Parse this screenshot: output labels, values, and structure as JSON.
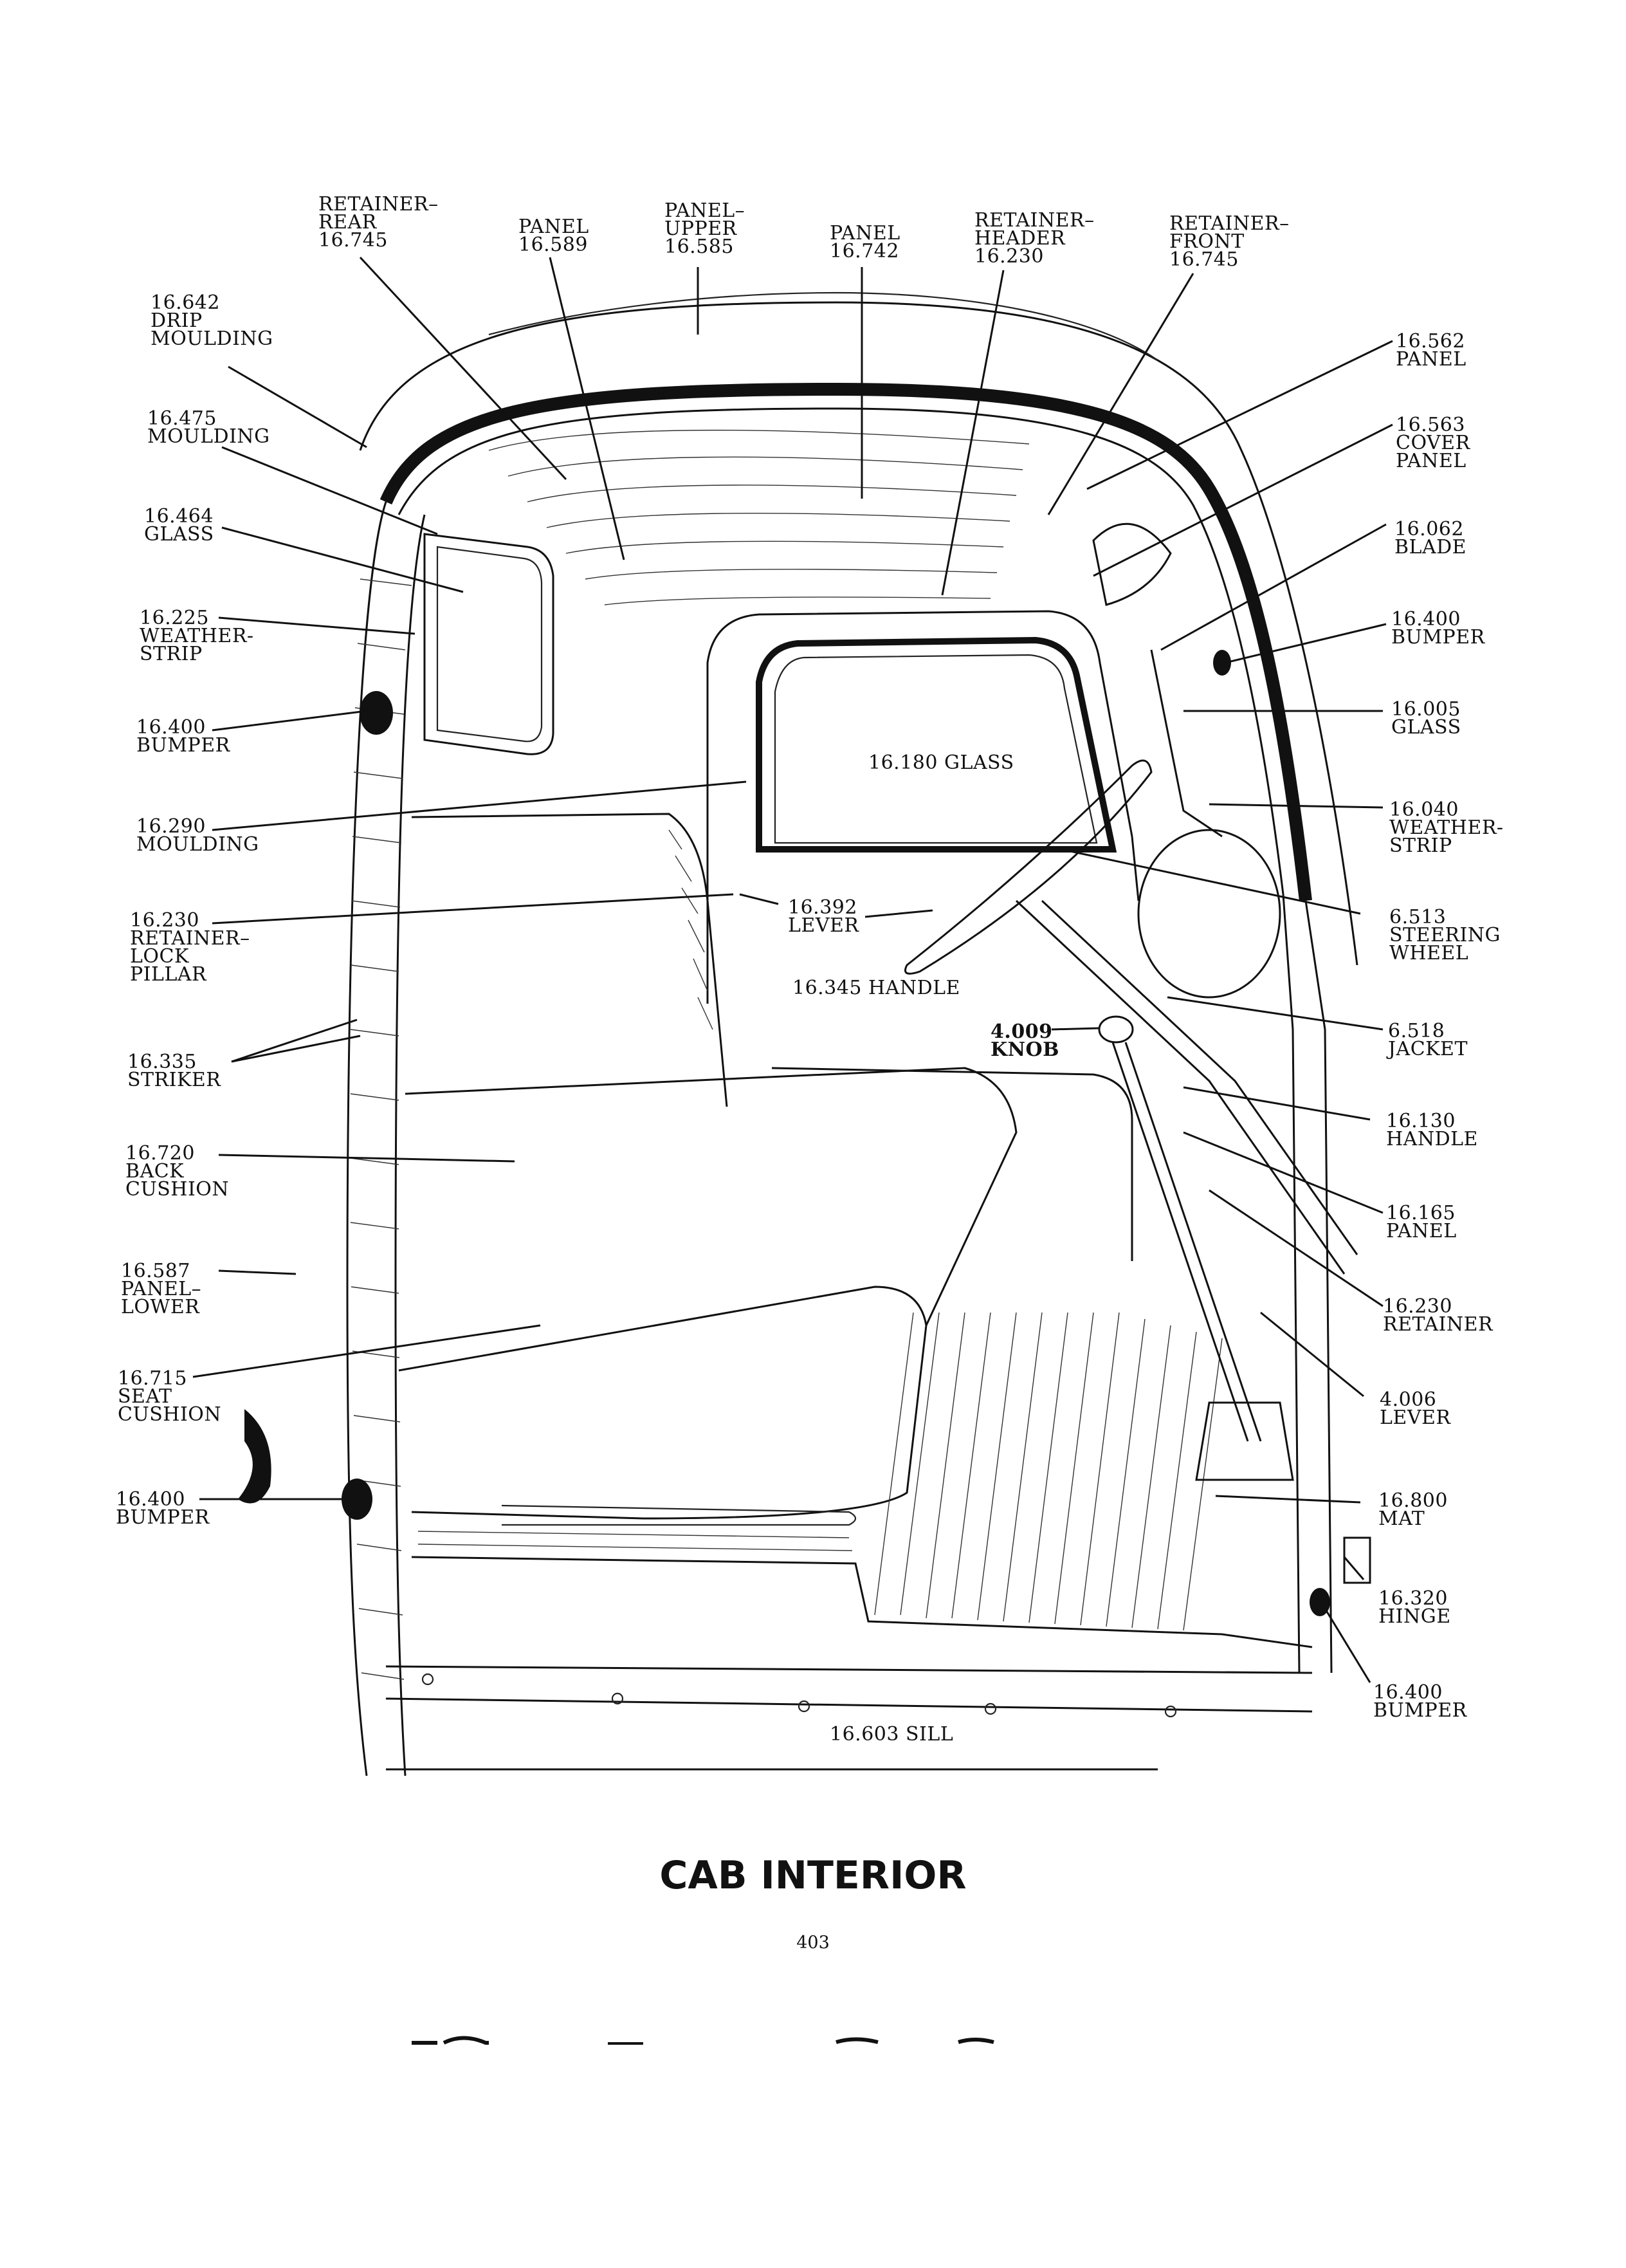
{
  "labels": {
    "retainer_rear": [
      "RETAINER–",
      "REAR",
      "16.745"
    ],
    "panel_589": [
      "PANEL",
      "16.589"
    ],
    "panel_upper": [
      "PANEL–",
      "UPPER",
      "16.585"
    ],
    "panel_742": [
      "PANEL",
      "16.742"
    ],
    "retainer_header": [
      "RETAINER–",
      "HEADER",
      "16.230"
    ],
    "retainer_front": [
      "RETAINER–",
      "FRONT",
      "16.745"
    ],
    "drip_moulding": [
      "16.642",
      "DRIP",
      "MOULDING"
    ],
    "moulding_475": [
      "16.475",
      "MOULDING"
    ],
    "glass_464": [
      "16.464",
      "GLASS"
    ],
    "weatherstrip_225": [
      "16.225",
      "WEATHER-",
      "STRIP"
    ],
    "bumper_upper_left": [
      "16.400",
      "BUMPER"
    ],
    "moulding_290": [
      "16.290",
      "MOULDING"
    ],
    "retainer_lock_pillar": [
      "16.230",
      "RETAINER–",
      "LOCK",
      "PILLAR"
    ],
    "striker": [
      "16.335",
      "STRIKER"
    ],
    "back_cushion": [
      "16.720",
      "BACK",
      "CUSHION"
    ],
    "panel_lower": [
      "16.587",
      "PANEL–",
      "LOWER"
    ],
    "seat_cushion": [
      "16.715",
      "SEAT",
      "CUSHION"
    ],
    "bumper_lower_left": [
      "16.400",
      "BUMPER"
    ],
    "panel_562": [
      "16.562",
      "PANEL"
    ],
    "cover_panel": [
      "16.563",
      "COVER",
      "PANEL"
    ],
    "blade": [
      "16.062",
      "BLADE"
    ],
    "bumper_right_upper": [
      "16.400",
      "BUMPER"
    ],
    "glass_005": [
      "16.005",
      "GLASS"
    ],
    "weatherstrip_040": [
      "16.040",
      "WEATHER-",
      "STRIP"
    ],
    "steering_wheel": [
      "6.513",
      "STEERING",
      "WHEEL"
    ],
    "jacket": [
      "6.518",
      "JACKET"
    ],
    "handle_130": [
      "16.130",
      "HANDLE"
    ],
    "panel_165": [
      "16.165",
      "PANEL"
    ],
    "retainer_230": [
      "16.230",
      "RETAINER"
    ],
    "lever_006": [
      "4.006",
      "LEVER"
    ],
    "mat": [
      "16.800",
      "MAT"
    ],
    "hinge": [
      "16.320",
      "HINGE"
    ],
    "bumper_right_lower": [
      "16.400",
      "BUMPER"
    ],
    "glass_180": "16.180 GLASS",
    "lever_392": [
      "16.392",
      "LEVER"
    ],
    "handle_345": "16.345 HANDLE",
    "knob": [
      "4.009",
      "KNOB"
    ],
    "sill": "16.603 SILL"
  },
  "title": "CAB INTERIOR",
  "page_number": "403"
}
